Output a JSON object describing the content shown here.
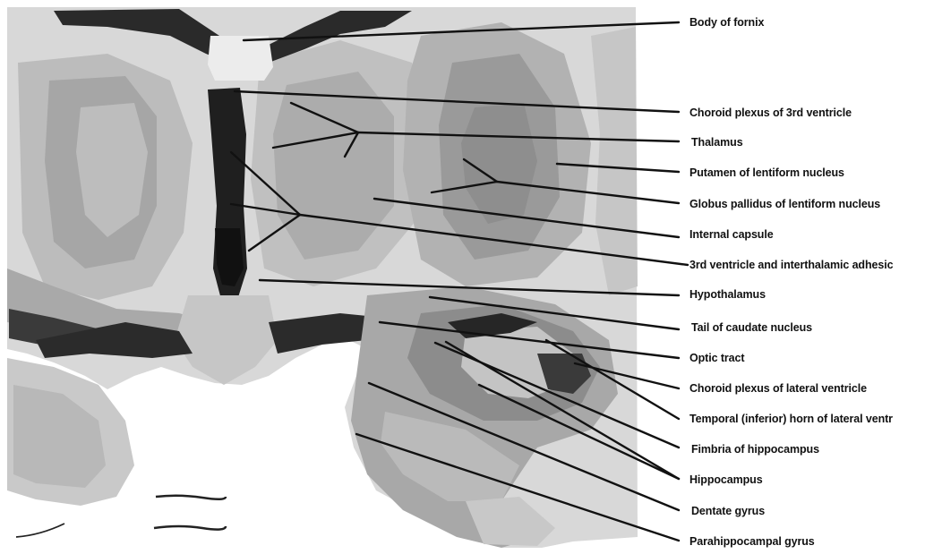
{
  "labels": [
    {
      "id": "body-of-fornix",
      "text": "Body of fornix"
    },
    {
      "id": "choroid-plexus-3rd-ventricle",
      "text": "Choroid plexus of 3rd ventricle"
    },
    {
      "id": "thalamus",
      "text": "Thalamus"
    },
    {
      "id": "putamen",
      "text": "Putamen of lentiform nucleus"
    },
    {
      "id": "globus-pallidus",
      "text": "Globus pallidus of lentiform nucleus"
    },
    {
      "id": "internal-capsule",
      "text": "Internal capsule"
    },
    {
      "id": "3rd-ventricle-interthalamic",
      "text": "3rd ventricle and interthalamic adhesic"
    },
    {
      "id": "hypothalamus",
      "text": "Hypothalamus"
    },
    {
      "id": "tail-caudate",
      "text": "Tail of caudate nucleus"
    },
    {
      "id": "optic-tract",
      "text": "Optic tract"
    },
    {
      "id": "choroid-plexus-lateral",
      "text": "Choroid plexus of lateral ventricle"
    },
    {
      "id": "temporal-horn",
      "text": "Temporal (inferior) horn of lateral ventr"
    },
    {
      "id": "fimbria",
      "text": "Fimbria of hippocampus"
    },
    {
      "id": "hippocampus",
      "text": "Hippocampus"
    },
    {
      "id": "dentate-gyrus",
      "text": "Dentate gyrus"
    },
    {
      "id": "parahippocampal-gyrus",
      "text": "Parahippocampal gyrus"
    }
  ],
  "colors": {
    "tissue_light": "#d9d9d9",
    "tissue_mid": "#b5b5b5",
    "tissue_dark": "#8f8f8f",
    "ventricle": "#1c1c1c",
    "leader": "#111111"
  }
}
